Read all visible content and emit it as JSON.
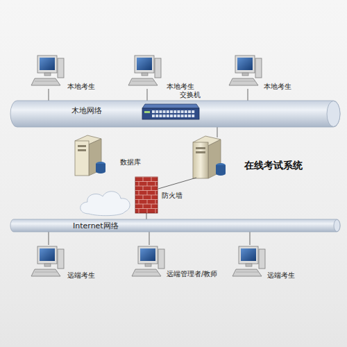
{
  "diagram": {
    "title": "在线考试系统",
    "nodes": [
      {
        "text": [
          "本地考生"
        ]
      },
      {
        "text": [
          "本地考生"
        ]
      },
      {
        "text": [
          "本地考生"
        ]
      },
      {
        "text": [
          "木地网络"
        ]
      },
      {
        "text": [
          "交换机"
        ]
      },
      {
        "text": [
          "数据库"
        ]
      },
      {
        "text": [
          "防火墙"
        ]
      },
      {
        "text": [
          "Internet网络"
        ]
      },
      {
        "text": [
          "远端考生"
        ]
      },
      {
        "text": [
          "远端管理者/教师"
        ]
      },
      {
        "text": [
          "远端考生"
        ]
      }
    ],
    "edges": [
      {
        "from": 0,
        "to": 3,
        "arrow": "none"
      },
      {
        "from": 1,
        "to": 3,
        "arrow": "none"
      },
      {
        "from": 2,
        "to": 3,
        "arrow": "none"
      },
      {
        "from": 6,
        "to": 7,
        "arrow": "none"
      },
      {
        "from": 8,
        "to": 7,
        "arrow": "none"
      },
      {
        "from": 9,
        "to": 7,
        "arrow": "none"
      },
      {
        "from": 10,
        "to": 7,
        "arrow": "none"
      }
    ]
  }
}
